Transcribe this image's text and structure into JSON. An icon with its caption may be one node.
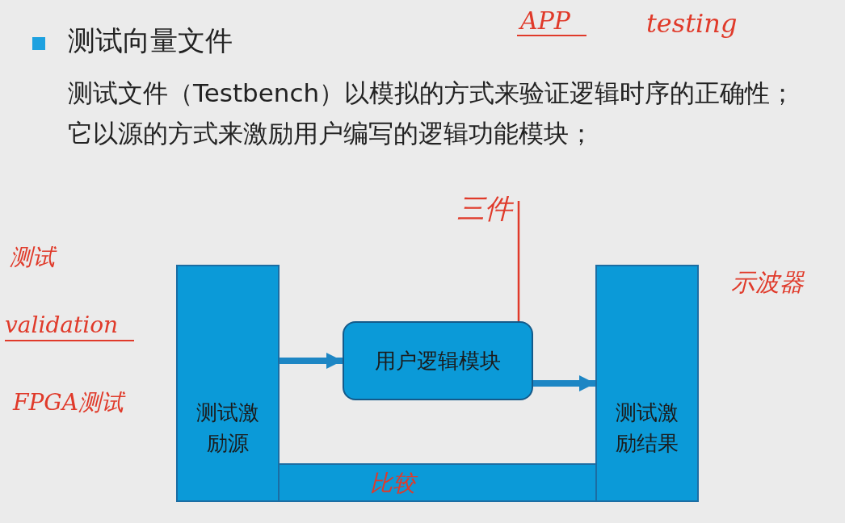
{
  "diagram": {
    "title": "测试向量文件",
    "nodes": [
      {
        "text": [
          "测试激励源"
        ]
      },
      {
        "text": [
          "用户逻辑模块"
        ]
      },
      {
        "text": [
          "测试激励结果"
        ]
      },
      {
        "text": [],
        "shape": "bar"
      },
      {
        "text": [
          "三件"
        ]
      }
    ],
    "edges": [
      {
        "from": 0,
        "to": 1,
        "arrow": "to"
      },
      {
        "from": 1,
        "to": 2,
        "arrow": "to"
      },
      {
        "from": 4,
        "to": 1,
        "arrow": "none",
        "color": "#e03a2a"
      }
    ],
    "labels": [
      "测试文件（Testbench）以模拟的方式来验证逻辑时序的正确性；它以源的方式来激励用户编写的逻辑功能模块；",
      "APP",
      "testing",
      "测试",
      "validation",
      "FPGA测试",
      "示波器",
      "比较"
    ]
  }
}
